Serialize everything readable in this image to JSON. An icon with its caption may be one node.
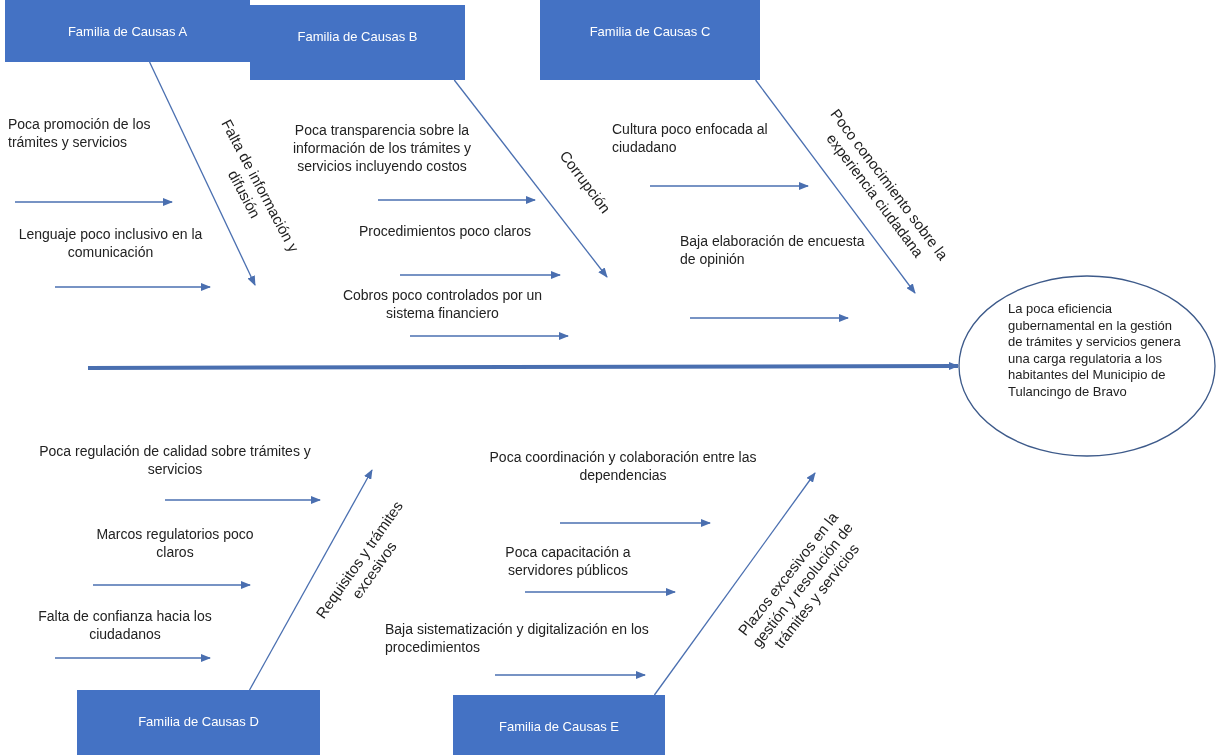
{
  "diagram": {
    "nodes": [
      {
        "text": [
          "Familia de Causas A"
        ]
      },
      {
        "text": [
          "Familia de Causas B"
        ]
      },
      {
        "text": [
          "Familia de Causas C"
        ]
      },
      {
        "text": [
          "Poca promoción de los trámites y servicios"
        ]
      },
      {
        "text": [
          "Lenguaje poco inclusivo en la comunicación"
        ]
      },
      {
        "text": [
          "Poca transparencia sobre la información de los trámites y servicios incluyendo costos"
        ]
      },
      {
        "text": [
          "Procedimientos poco claros"
        ]
      },
      {
        "text": [
          "Cobros poco controlados por un sistema financiero"
        ]
      },
      {
        "text": [
          "Cultura poco enfocada al ciudadano"
        ]
      },
      {
        "text": [
          "Baja elaboración de encuesta de opinión"
        ]
      },
      {
        "text": [
          "La poca eficiencia gubernamental en la gestión de trámites y servicios genera una carga regulatoria a los habitantes del Municipio de Tulancingo de Bravo"
        ]
      },
      {
        "text": [
          "Poca regulación de calidad sobre trámites y servicios"
        ]
      },
      {
        "text": [
          "Marcos regulatorios poco claros"
        ]
      },
      {
        "text": [
          "Falta de confianza hacia los ciudadanos"
        ]
      },
      {
        "text": [
          "Poca coordinación y colaboración entre las dependencias"
        ]
      },
      {
        "text": [
          "Poca capacitación a servidores públicos"
        ]
      },
      {
        "text": [
          "Baja sistematización y digitalización en los procedimientos"
        ]
      },
      {
        "text": [
          "Familia de Causas D"
        ]
      },
      {
        "text": [
          "Familia de Causas E"
        ]
      }
    ],
    "edges": [
      {
        "from": 0,
        "to": null,
        "arrow": "to",
        "label": "Falta de información y difusión"
      },
      {
        "from": 1,
        "to": null,
        "arrow": "to",
        "label": "Corrupción"
      },
      {
        "from": 2,
        "to": null,
        "arrow": "to",
        "label": "Poco conocimiento sobre la experiencia ciudadana"
      },
      {
        "from": 17,
        "to": null,
        "arrow": "to",
        "label": "Requisitos y trámites excesivos"
      },
      {
        "from": 18,
        "to": null,
        "arrow": "to",
        "label": "Plazos excesivos en la gestión y resolución de trámites y servicios"
      },
      {
        "from": null,
        "to": 10,
        "arrow": "to",
        "style": "thick"
      }
    ]
  }
}
